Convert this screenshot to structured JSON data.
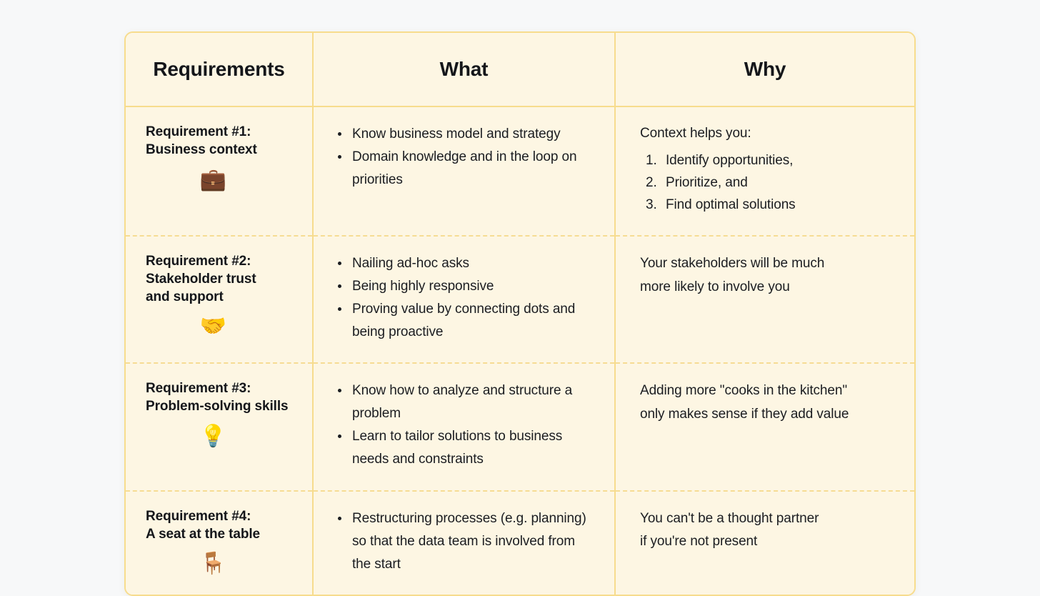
{
  "table": {
    "headers": [
      {
        "label": "Requirements"
      },
      {
        "label": "What"
      },
      {
        "label": "Why"
      }
    ],
    "colors": {
      "page_background": "#f7f8f9",
      "cell_background": "#fdf6e3",
      "border": "#f7dc8d",
      "text": "#14161a"
    },
    "rows": [
      {
        "requirement": {
          "title": "Requirement #1:\nBusiness context",
          "emoji": "💼",
          "emoji_name": "briefcase-emoji"
        },
        "what": {
          "items": [
            "Know business model and strategy",
            "Domain knowledge and in the loop on priorities"
          ]
        },
        "why": {
          "lead": "Context helps you:",
          "ordered_items": [
            "Identify opportunities,",
            "Prioritize, and",
            "Find optimal solutions"
          ],
          "text": ""
        }
      },
      {
        "requirement": {
          "title": "Requirement #2:\nStakeholder trust\nand support",
          "emoji": "🤝",
          "emoji_name": "handshake-emoji"
        },
        "what": {
          "items": [
            "Nailing ad-hoc asks",
            "Being highly responsive",
            "Proving value by connecting dots and being proactive"
          ]
        },
        "why": {
          "lead": "",
          "ordered_items": [],
          "text": "Your stakeholders will be much\nmore likely to involve you"
        }
      },
      {
        "requirement": {
          "title": "Requirement #3:\nProblem-solving skills",
          "emoji": "💡",
          "emoji_name": "light-bulb-emoji"
        },
        "what": {
          "items": [
            "Know how to analyze and structure a problem",
            "Learn to tailor solutions to business needs and constraints"
          ]
        },
        "why": {
          "lead": "",
          "ordered_items": [],
          "text": "Adding more \"cooks in the kitchen\"\nonly makes sense if they add value"
        }
      },
      {
        "requirement": {
          "title": "Requirement #4:\nA seat at the table",
          "emoji": "🪑",
          "emoji_name": "chair-emoji"
        },
        "what": {
          "items": [
            "Restructuring processes (e.g. planning) so that the data team is involved from the start"
          ]
        },
        "why": {
          "lead": "",
          "ordered_items": [],
          "text": "You can't be a thought partner\nif you're not present"
        }
      }
    ]
  }
}
